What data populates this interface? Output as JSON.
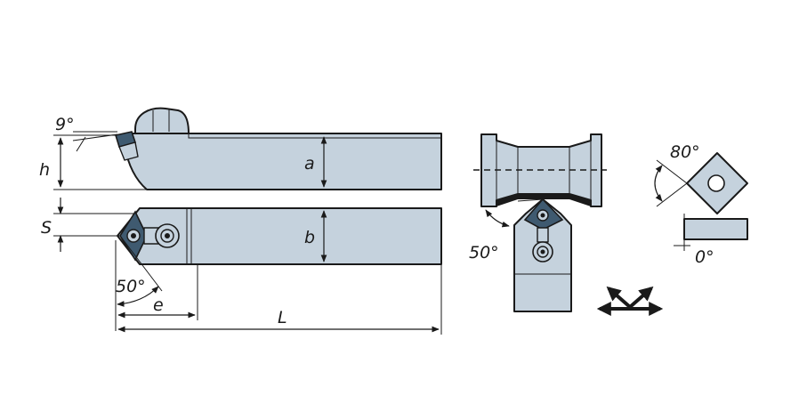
{
  "labels": {
    "angle_top": "9°",
    "h": "h",
    "a": "a",
    "s": "S",
    "b": "b",
    "angle_plan": "50°",
    "e": "e",
    "L": "L",
    "angle_side": "50°",
    "insert_angle": "80°",
    "insert_clearance": "0°"
  },
  "colors": {
    "body": "#c5d2dd",
    "insert": "#3f5a70",
    "outline": "#1a1a1a"
  }
}
